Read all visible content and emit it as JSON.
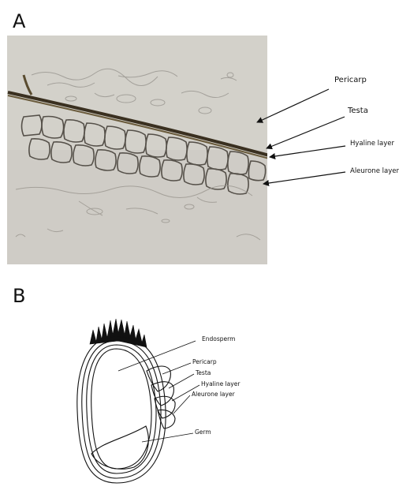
{
  "panel_a": {
    "letter": "A",
    "labels": {
      "pericarp": "Pericarp",
      "testa": "Testa",
      "hyaline": "Hyaline layer",
      "aleurone": "Aleurone layer"
    }
  },
  "panel_b": {
    "letter": "B",
    "labels": {
      "endosperm": "Endosperm",
      "pericarp": "Pericarp",
      "testa": "Testa",
      "hyaline": "Hyaline layer",
      "aleurone": "Aleurone layer",
      "germ": "Germ"
    }
  }
}
